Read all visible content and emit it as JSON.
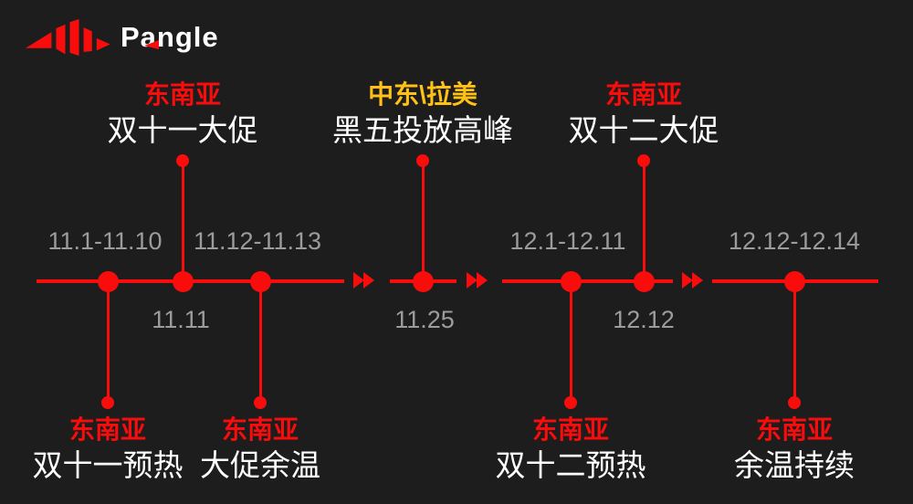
{
  "colors": {
    "background": "#1d1d1d",
    "red": "#f80c0c",
    "yellow": "#ffc116",
    "gray": "#9c9c9c",
    "white": "#ffffff"
  },
  "brand": {
    "name": "Pangle",
    "logo_icon": "pangle-wing-icon"
  },
  "icons": {
    "fast_forward": "▶▶"
  },
  "timeline": {
    "callouts": [
      {
        "region": "东南亚",
        "title": "双十一预热",
        "position": "below",
        "region_color": "red"
      },
      {
        "region": "东南亚",
        "title": "双十一大促",
        "position": "above",
        "region_color": "red"
      },
      {
        "region": "东南亚",
        "title": "大促余温",
        "position": "below",
        "region_color": "red"
      },
      {
        "region": "中东\\拉美",
        "title": "黑五投放高峰",
        "position": "above",
        "region_color": "yellow"
      },
      {
        "region": "东南亚",
        "title": "双十二预热",
        "position": "below",
        "region_color": "red"
      },
      {
        "region": "东南亚",
        "title": "双十二大促",
        "position": "above",
        "region_color": "red"
      },
      {
        "region": "东南亚",
        "title": "余温持续",
        "position": "below",
        "region_color": "red"
      }
    ],
    "dates": [
      {
        "text": "11.1-11.10",
        "position": "above"
      },
      {
        "text": "11.11",
        "position": "below"
      },
      {
        "text": "11.12-11.13",
        "position": "above"
      },
      {
        "text": "11.25",
        "position": "below"
      },
      {
        "text": "12.1-12.11",
        "position": "above"
      },
      {
        "text": "12.12",
        "position": "below"
      },
      {
        "text": "12.12-12.14",
        "position": "above"
      }
    ]
  }
}
